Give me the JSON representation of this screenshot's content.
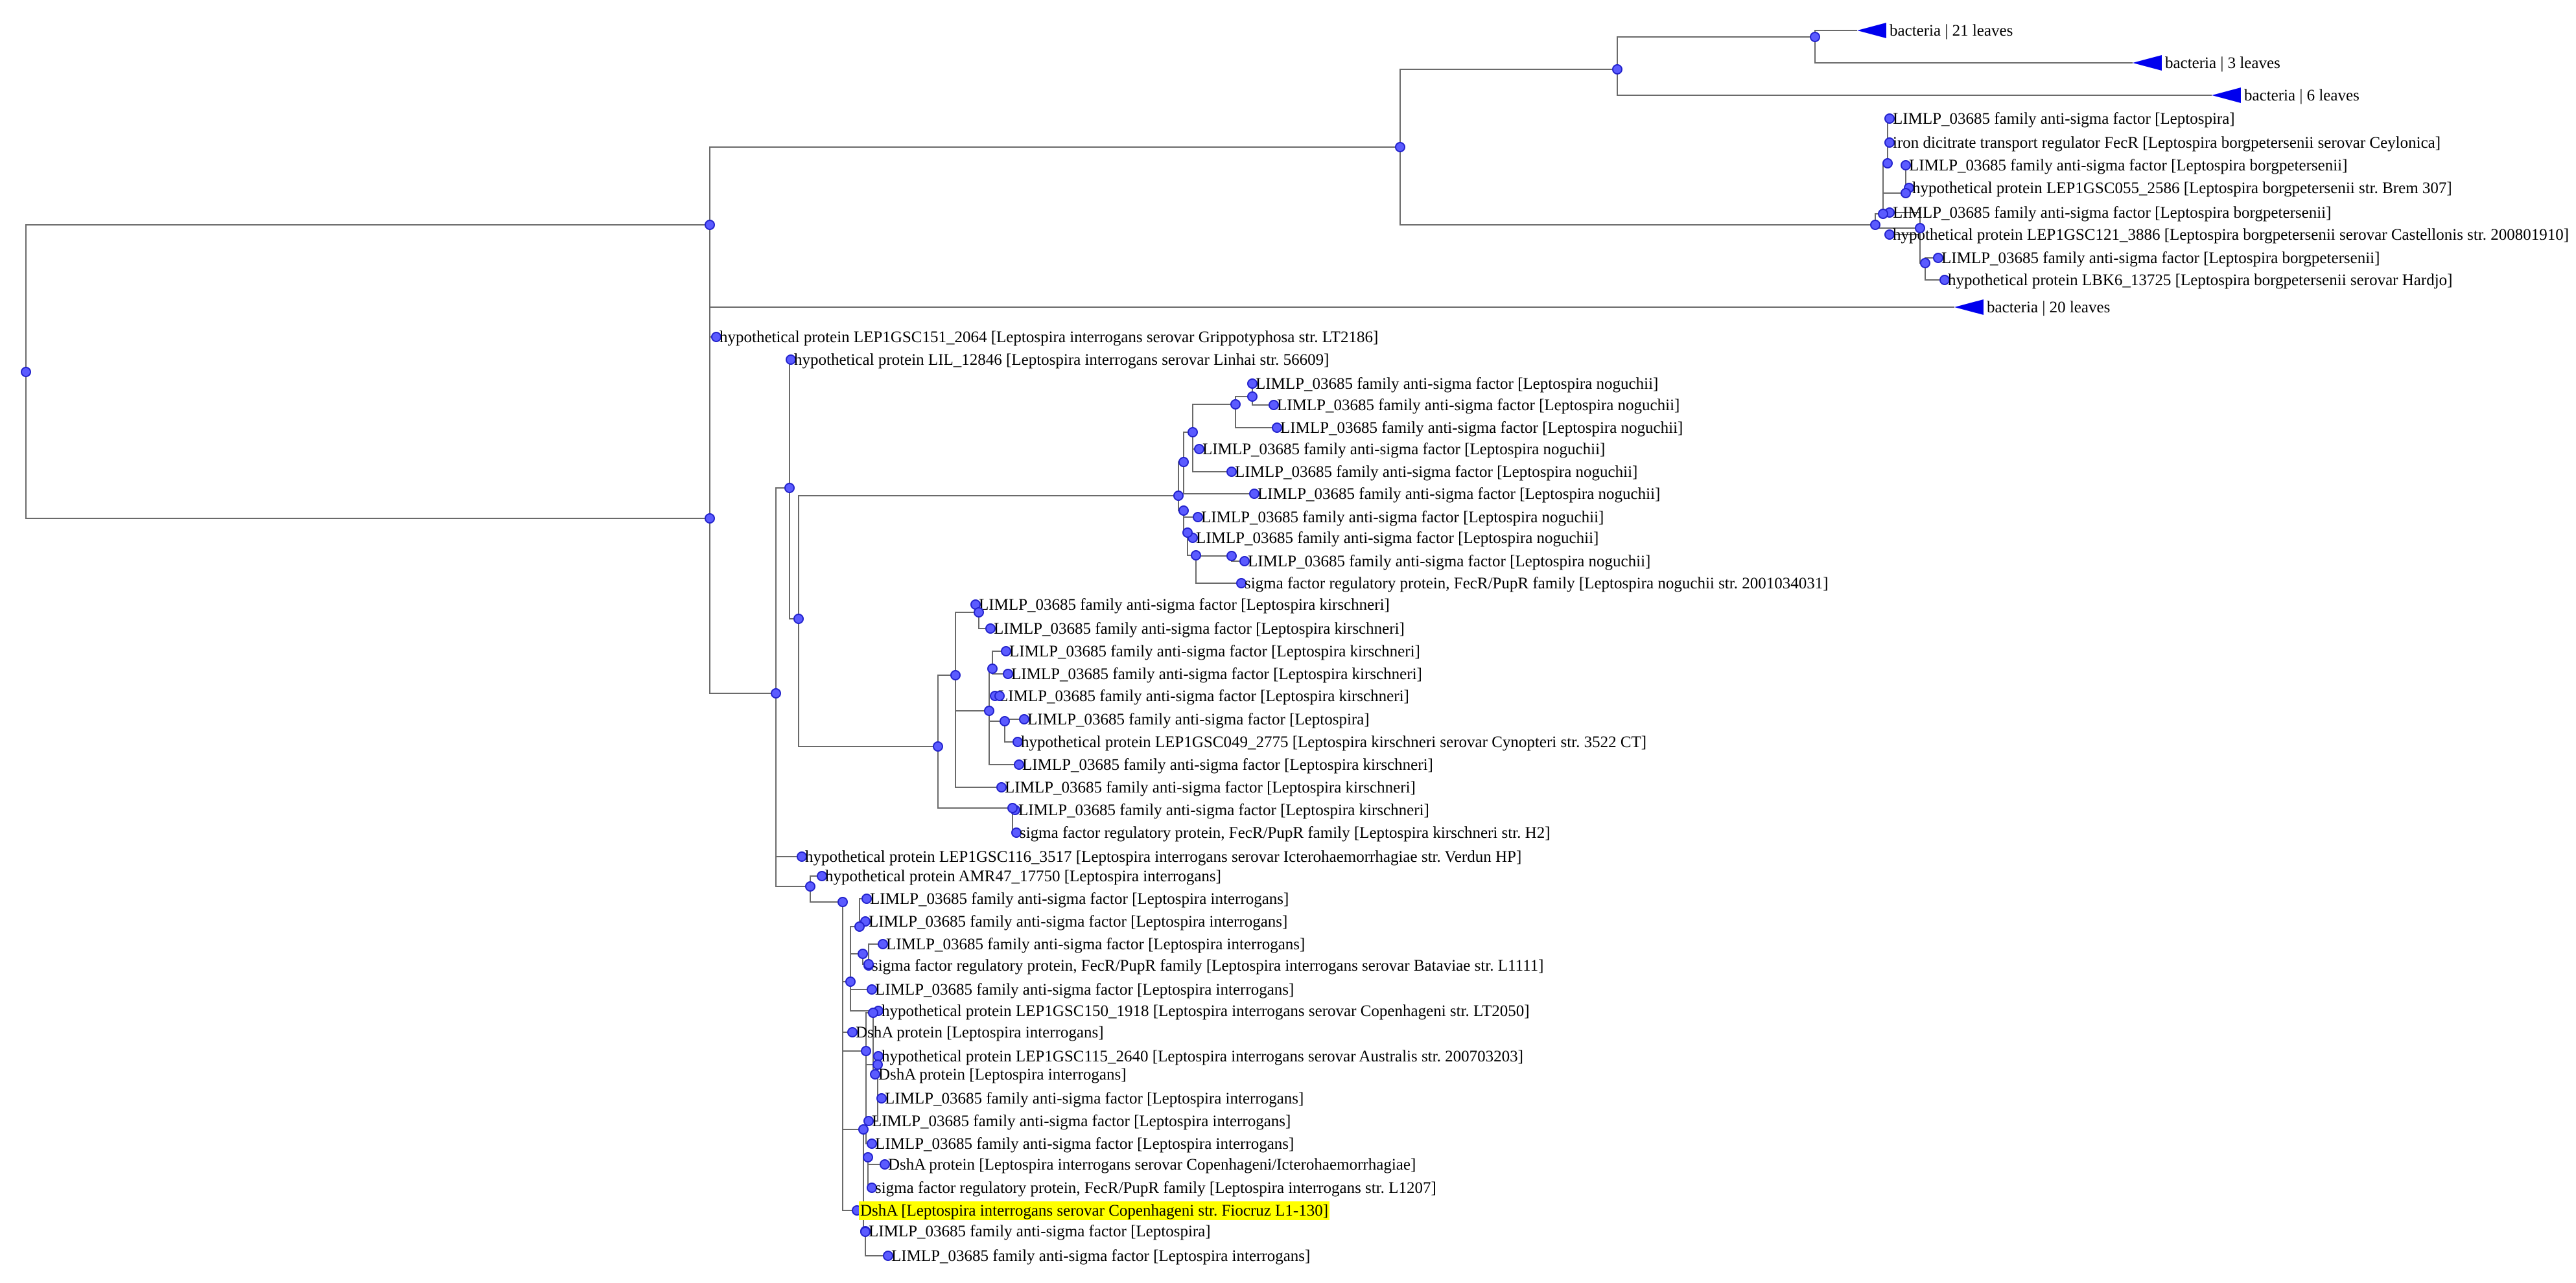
{
  "collapsed": [
    {
      "id": "c1",
      "text": "bacteria | 21 leaves"
    },
    {
      "id": "c2",
      "text": "bacteria | 3 leaves"
    },
    {
      "id": "c3",
      "text": "bacteria | 6 leaves"
    },
    {
      "id": "c4",
      "text": "bacteria | 20 leaves"
    }
  ],
  "leaves": [
    {
      "id": "b1",
      "text": "LIMLP_03685 family anti-sigma factor [Leptospira]"
    },
    {
      "id": "b2",
      "text": "iron dicitrate transport regulator FecR [Leptospira borgpetersenii serovar Ceylonica]"
    },
    {
      "id": "b3",
      "text": "LIMLP_03685 family anti-sigma factor [Leptospira borgpetersenii]"
    },
    {
      "id": "b4",
      "text": "hypothetical protein LEP1GSC055_2586 [Leptospira borgpetersenii str. Brem 307]"
    },
    {
      "id": "b5",
      "text": "LIMLP_03685 family anti-sigma factor [Leptospira borgpetersenii]"
    },
    {
      "id": "b6",
      "text": "hypothetical protein LEP1GSC121_3886 [Leptospira borgpetersenii serovar Castellonis str. 200801910]"
    },
    {
      "id": "b7",
      "text": "LIMLP_03685 family anti-sigma factor [Leptospira borgpetersenii]"
    },
    {
      "id": "b8",
      "text": "hypothetical protein LBK6_13725 [Leptospira borgpetersenii serovar Hardjo]"
    },
    {
      "id": "g1",
      "text": "hypothetical protein LEP1GSC151_2064 [Leptospira interrogans serovar Grippotyphosa str. LT2186]"
    },
    {
      "id": "g2",
      "text": "hypothetical protein LIL_12846 [Leptospira interrogans serovar Linhai str. 56609]"
    },
    {
      "id": "n1",
      "text": "LIMLP_03685 family anti-sigma factor [Leptospira noguchii]"
    },
    {
      "id": "n2",
      "text": "LIMLP_03685 family anti-sigma factor [Leptospira noguchii]"
    },
    {
      "id": "n3",
      "text": "LIMLP_03685 family anti-sigma factor [Leptospira noguchii]"
    },
    {
      "id": "n4",
      "text": "LIMLP_03685 family anti-sigma factor [Leptospira noguchii]"
    },
    {
      "id": "n5",
      "text": "LIMLP_03685 family anti-sigma factor [Leptospira noguchii]"
    },
    {
      "id": "n6",
      "text": "LIMLP_03685 family anti-sigma factor [Leptospira noguchii]"
    },
    {
      "id": "n7",
      "text": "LIMLP_03685 family anti-sigma factor [Leptospira noguchii]"
    },
    {
      "id": "n8",
      "text": "LIMLP_03685 family anti-sigma factor [Leptospira noguchii]"
    },
    {
      "id": "n9",
      "text": "LIMLP_03685 family anti-sigma factor [Leptospira noguchii]"
    },
    {
      "id": "n10",
      "text": "sigma factor regulatory protein, FecR/PupR family [Leptospira noguchii str. 2001034031]"
    },
    {
      "id": "k1",
      "text": "LIMLP_03685 family anti-sigma factor [Leptospira kirschneri]"
    },
    {
      "id": "k2",
      "text": "LIMLP_03685 family anti-sigma factor [Leptospira kirschneri]"
    },
    {
      "id": "k3",
      "text": "LIMLP_03685 family anti-sigma factor [Leptospira kirschneri]"
    },
    {
      "id": "k4",
      "text": "LIMLP_03685 family anti-sigma factor [Leptospira kirschneri]"
    },
    {
      "id": "k5",
      "text": "LIMLP_03685 family anti-sigma factor [Leptospira kirschneri]"
    },
    {
      "id": "k6",
      "text": "LIMLP_03685 family anti-sigma factor [Leptospira]"
    },
    {
      "id": "k7",
      "text": "hypothetical protein LEP1GSC049_2775 [Leptospira kirschneri serovar Cynopteri str. 3522 CT]"
    },
    {
      "id": "k8",
      "text": "LIMLP_03685 family anti-sigma factor [Leptospira kirschneri]"
    },
    {
      "id": "k9",
      "text": "LIMLP_03685 family anti-sigma factor [Leptospira kirschneri]"
    },
    {
      "id": "k10",
      "text": "LIMLP_03685 family anti-sigma factor [Leptospira kirschneri]"
    },
    {
      "id": "k11",
      "text": "sigma factor regulatory protein, FecR/PupR family [Leptospira kirschneri str. H2]"
    },
    {
      "id": "i1",
      "text": "hypothetical protein LEP1GSC116_3517 [Leptospira interrogans serovar Icterohaemorrhagiae str. Verdun HP]"
    },
    {
      "id": "i2",
      "text": "hypothetical protein AMR47_17750 [Leptospira interrogans]"
    },
    {
      "id": "i3",
      "text": "LIMLP_03685 family anti-sigma factor [Leptospira interrogans]"
    },
    {
      "id": "i4",
      "text": "LIMLP_03685 family anti-sigma factor [Leptospira interrogans]"
    },
    {
      "id": "i5",
      "text": "LIMLP_03685 family anti-sigma factor [Leptospira interrogans]"
    },
    {
      "id": "i6",
      "text": "sigma factor regulatory protein, FecR/PupR family [Leptospira interrogans serovar Bataviae str. L1111]"
    },
    {
      "id": "i7",
      "text": "LIMLP_03685 family anti-sigma factor [Leptospira interrogans]"
    },
    {
      "id": "i8",
      "text": "hypothetical protein LEP1GSC150_1918 [Leptospira interrogans serovar Copenhageni str. LT2050]"
    },
    {
      "id": "i9",
      "text": "DshA protein [Leptospira interrogans]"
    },
    {
      "id": "i10",
      "text": "hypothetical protein LEP1GSC115_2640 [Leptospira interrogans serovar Australis str. 200703203]"
    },
    {
      "id": "i11",
      "text": "DshA protein [Leptospira interrogans]"
    },
    {
      "id": "i12",
      "text": "LIMLP_03685 family anti-sigma factor [Leptospira interrogans]"
    },
    {
      "id": "i13",
      "text": "LIMLP_03685 family anti-sigma factor [Leptospira interrogans]"
    },
    {
      "id": "i14",
      "text": "LIMLP_03685 family anti-sigma factor [Leptospira interrogans]"
    },
    {
      "id": "i15",
      "text": "DshA protein [Leptospira interrogans serovar Copenhageni/Icterohaemorrhagiae]"
    },
    {
      "id": "i16",
      "text": "sigma factor regulatory protein, FecR/PupR family [Leptospira interrogans str. L1207]"
    },
    {
      "id": "i17",
      "text": "DshA [Leptospira interrogans serovar Copenhageni str. Fiocruz L1-130]",
      "highlight": true
    },
    {
      "id": "i18",
      "text": "LIMLP_03685 family anti-sigma factor [Leptospira]"
    },
    {
      "id": "i19",
      "text": "LIMLP_03685 family anti-sigma factor [Leptospira interrogans]"
    }
  ],
  "colors": {
    "node": "#5b5bff",
    "branch": "#6a6a6a",
    "collapsed_clade": "#0000ee",
    "highlight": "#ffff00"
  }
}
